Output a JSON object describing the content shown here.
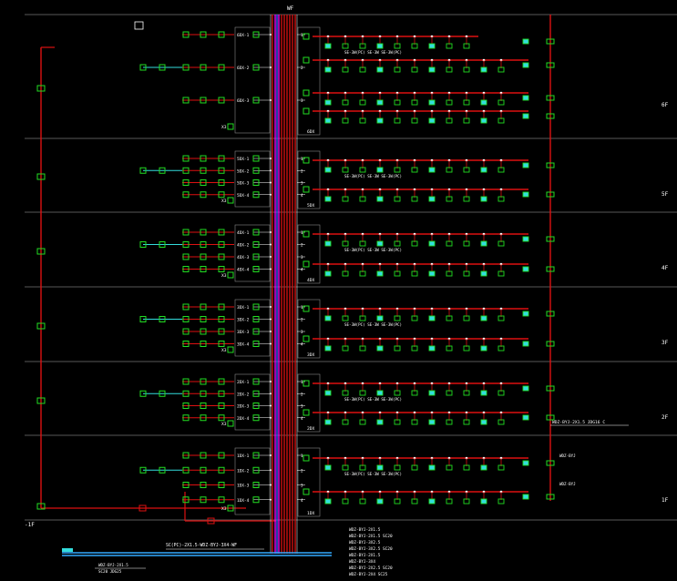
{
  "diagram": {
    "top_label": "WF",
    "floors": [
      {
        "name": "6F",
        "boxes": [
          "6DX-1",
          "6DX-2",
          "6DX-3"
        ],
        "cabinet": "6DX",
        "x3": "X3",
        "circuit": "SE-3W(PC) SE-3W SE-3W(PC)"
      },
      {
        "name": "5F",
        "boxes": [
          "5DX-1",
          "5DX-2",
          "5DX-3",
          "5DX-4"
        ],
        "cabinet": "5DX",
        "x3": "X3",
        "circuit": "SE-3W(PC) SE-3W SE-3W(PC)"
      },
      {
        "name": "4F",
        "boxes": [
          "4DX-1",
          "4DX-2",
          "4DX-3",
          "4DX-4"
        ],
        "cabinet": "4DX",
        "x3": "X3",
        "circuit": "SE-3W(PC) SE-3W SE-3W(PC)"
      },
      {
        "name": "3F",
        "boxes": [
          "3DX-1",
          "3DX-2",
          "3DX-3",
          "3DX-4"
        ],
        "cabinet": "3DX",
        "x3": "X3",
        "circuit": "SE-3W(PC) SE-3W SE-3W(PC)"
      },
      {
        "name": "2F",
        "boxes": [
          "2DX-1",
          "2DX-2",
          "2DX-3",
          "2DX-4"
        ],
        "cabinet": "2DX",
        "x3": "X3",
        "circuit": "SE-3W(PC) SE-3W SE-3W(PC)"
      },
      {
        "name": "1F",
        "boxes": [
          "1DX-1",
          "1DX-2",
          "1DX-3",
          "1DX-4"
        ],
        "cabinet": "1DX",
        "x3": "X3",
        "circuit": "SE-3W(PC) SE-3W SE-3W(PC)"
      }
    ],
    "basement_label": "-1F",
    "right_note_2f": "WDZ-BYJ-2X1.5 JDG16 C",
    "right_note_1f_a": "WDZ-BYJ",
    "right_note_1f_b": "WDZ-BYJ",
    "bottom_mid": "SC(PC)-2X1.5-WDZ-BYJ-3X4-WF",
    "bottom_left_a": "WDZ-BYJ-2X1.5",
    "bottom_left_b": "SC20 JDG25",
    "legend": [
      "WDZ-BYJ-2X1.5",
      "WDZ-BYJ-2X1.5 SC20",
      "WDZ-BYJ-3X2.5",
      "WDZ-BYJ-3X2.5 SC20",
      "WDZ-BYJ-2X1.5",
      "WDZ-BYJ-3X4",
      "WDZ-BYJ-2X2.5 SC20",
      "WDZ-BYJ-2X4 SC25"
    ],
    "colors": {
      "background": "#000000",
      "riser_red": "#dd1111",
      "riser_magenta": "#ff00ff",
      "riser_blue": "#3366ff",
      "device_green": "#22dd22",
      "device_cyan": "#33dddd",
      "text_white": "#ffffff",
      "floor_line": "#777777"
    }
  }
}
